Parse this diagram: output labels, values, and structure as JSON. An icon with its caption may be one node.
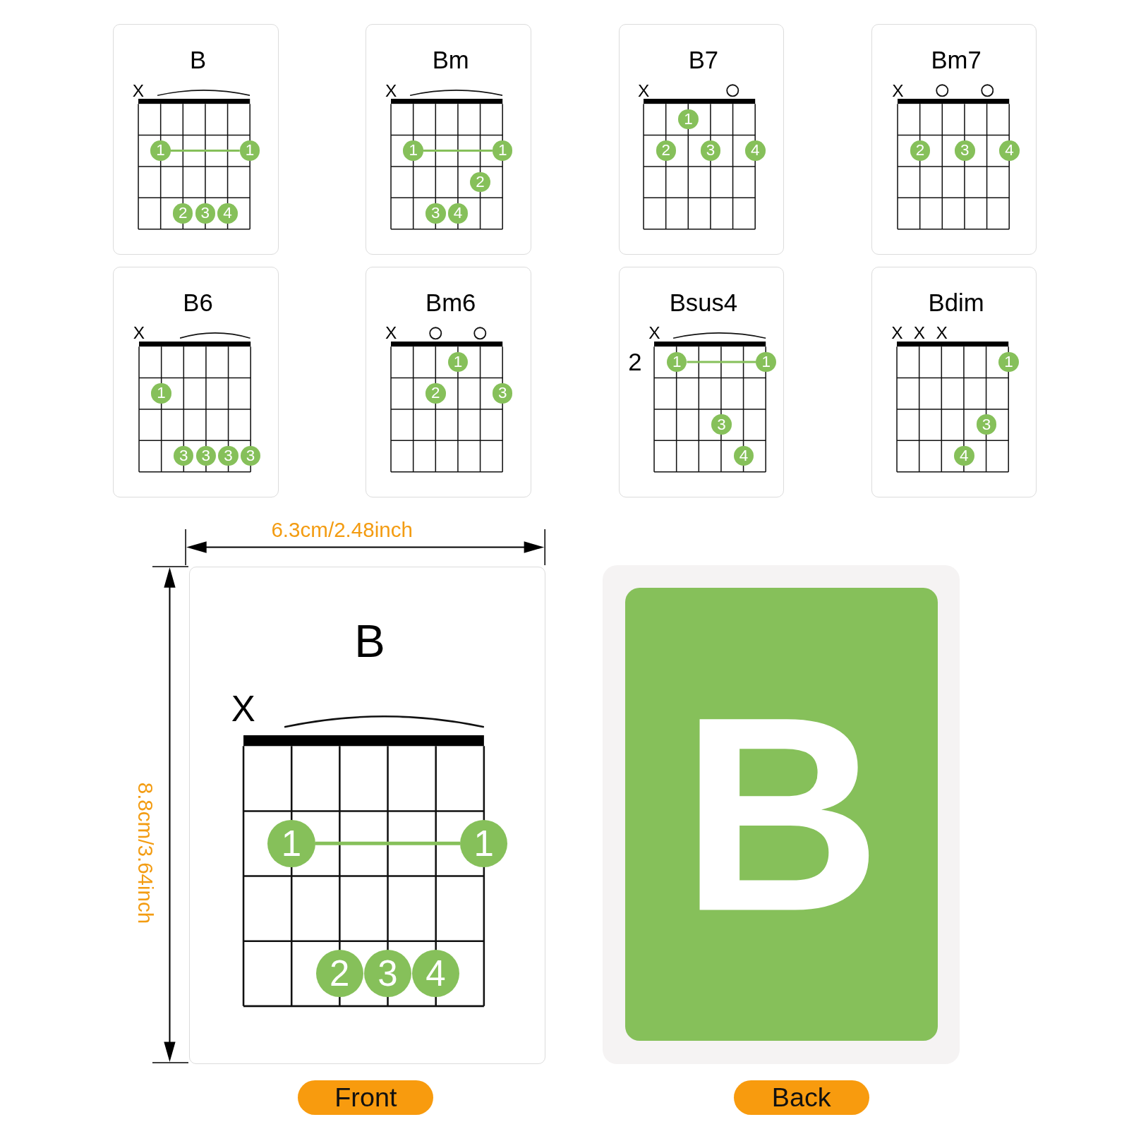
{
  "diagram": {
    "nodes": [
      {
        "text": [
          "B"
        ]
      },
      {
        "text": [
          "1"
        ],
        "in": 0
      },
      {
        "text": [
          "1"
        ],
        "in": 0
      },
      {
        "text": [
          "2"
        ],
        "in": 0
      },
      {
        "text": [
          "3"
        ],
        "in": 0
      },
      {
        "text": [
          "4"
        ],
        "in": 0
      },
      {
        "text": [
          "Bm"
        ]
      },
      {
        "text": [
          "1"
        ],
        "in": 6
      },
      {
        "text": [
          "1"
        ],
        "in": 6
      },
      {
        "text": [
          "2"
        ],
        "in": 6
      },
      {
        "text": [
          "3"
        ],
        "in": 6
      },
      {
        "text": [
          "4"
        ],
        "in": 6
      },
      {
        "text": [
          "B7"
        ]
      },
      {
        "text": [
          "1"
        ],
        "in": 12
      },
      {
        "text": [
          "2"
        ],
        "in": 12
      },
      {
        "text": [
          "3"
        ],
        "in": 12
      },
      {
        "text": [
          "4"
        ],
        "in": 12
      },
      {
        "text": [
          "Bm7"
        ]
      },
      {
        "text": [
          "2"
        ],
        "in": 17
      },
      {
        "text": [
          "3"
        ],
        "in": 17
      },
      {
        "text": [
          "4"
        ],
        "in": 17
      },
      {
        "text": [
          "B6"
        ]
      },
      {
        "text": [
          "1"
        ],
        "in": 21
      },
      {
        "text": [
          "3"
        ],
        "in": 21
      },
      {
        "text": [
          "3"
        ],
        "in": 21
      },
      {
        "text": [
          "3"
        ],
        "in": 21
      },
      {
        "text": [
          "3"
        ],
        "in": 21
      },
      {
        "text": [
          "Bm6"
        ]
      },
      {
        "text": [
          "1"
        ],
        "in": 27
      },
      {
        "text": [
          "2"
        ],
        "in": 27
      },
      {
        "text": [
          "3"
        ],
        "in": 27
      },
      {
        "text": [
          "Bsus4"
        ]
      },
      {
        "text": [
          "1"
        ],
        "in": 31
      },
      {
        "text": [
          "1"
        ],
        "in": 31
      },
      {
        "text": [
          "3"
        ],
        "in": 31
      },
      {
        "text": [
          "4"
        ],
        "in": 31
      },
      {
        "text": [
          "Bdim"
        ]
      },
      {
        "text": [
          "1"
        ],
        "in": 36
      },
      {
        "text": [
          "3"
        ],
        "in": 36
      },
      {
        "text": [
          "4"
        ],
        "in": 36
      },
      {
        "text": [
          "B"
        ]
      },
      {
        "text": [
          "1"
        ],
        "in": 40
      },
      {
        "text": [
          "1"
        ],
        "in": 40
      },
      {
        "text": [
          "2"
        ],
        "in": 40
      },
      {
        "text": [
          "3"
        ],
        "in": 40
      },
      {
        "text": [
          "4"
        ],
        "in": 40
      },
      {
        "text": [
          "B"
        ]
      },
      {
        "text": [
          "Front"
        ]
      },
      {
        "text": [
          "Back"
        ]
      }
    ],
    "edges": [
      {
        "from": 1,
        "to": 2,
        "arrow": "none"
      },
      {
        "from": 7,
        "to": 8,
        "arrow": "none"
      },
      {
        "from": 32,
        "to": 33,
        "arrow": "none"
      },
      {
        "from": 41,
        "to": 42,
        "arrow": "none"
      }
    ],
    "labels": [
      "X",
      "X",
      "X",
      "X",
      "X",
      "X",
      "X",
      "2",
      "X",
      "X",
      "X",
      "X",
      "6.3cm/2.48inch",
      "8.8cm/3.64inch"
    ]
  }
}
